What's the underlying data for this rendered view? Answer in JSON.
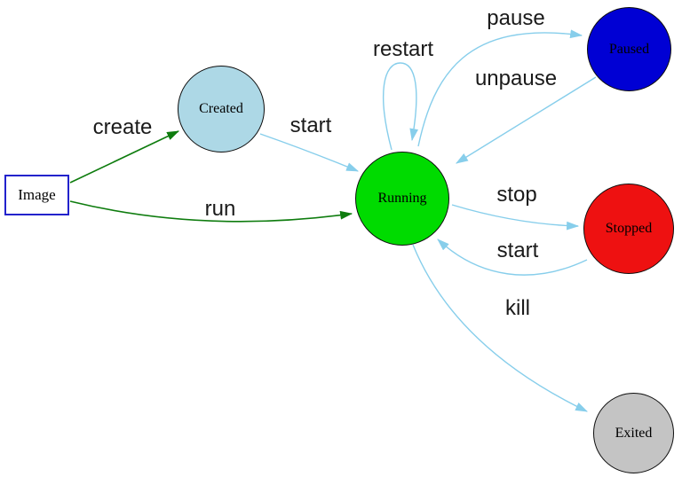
{
  "diagram": {
    "nodes": [
      {
        "id": "image",
        "label": "Image",
        "shape": "box",
        "fill": "#ffffff",
        "border": "#2222cc"
      },
      {
        "id": "created",
        "label": "Created",
        "shape": "circle",
        "fill": "#add8e6",
        "border": "#0d0d0d"
      },
      {
        "id": "running",
        "label": "Running",
        "shape": "circle",
        "fill": "#00db00",
        "border": "#0d0d0d"
      },
      {
        "id": "paused",
        "label": "Paused",
        "shape": "circle",
        "fill": "#0000d4",
        "border": "#0d0d0d"
      },
      {
        "id": "stopped",
        "label": "Stopped",
        "shape": "circle",
        "fill": "#ee1111",
        "border": "#0d0d0d"
      },
      {
        "id": "exited",
        "label": "Exited",
        "shape": "circle",
        "fill": "#c4c4c4",
        "border": "#0d0d0d"
      }
    ],
    "edges": [
      {
        "from": "image",
        "to": "created",
        "label": "create",
        "color": "#0e7c0e"
      },
      {
        "from": "image",
        "to": "running",
        "label": "run",
        "color": "#0e7c0e"
      },
      {
        "from": "created",
        "to": "running",
        "label": "start",
        "color": "#87ceeb"
      },
      {
        "from": "running",
        "to": "running",
        "label": "restart",
        "color": "#87ceeb"
      },
      {
        "from": "running",
        "to": "paused",
        "label": "pause",
        "color": "#87ceeb"
      },
      {
        "from": "paused",
        "to": "running",
        "label": "unpause",
        "color": "#87ceeb"
      },
      {
        "from": "running",
        "to": "stopped",
        "label": "stop",
        "color": "#87ceeb"
      },
      {
        "from": "stopped",
        "to": "running",
        "label": "start",
        "color": "#87ceeb"
      },
      {
        "from": "running",
        "to": "exited",
        "label": "kill",
        "color": "#87ceeb"
      }
    ]
  }
}
